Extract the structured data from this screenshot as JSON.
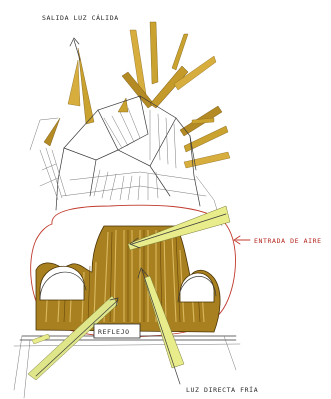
{
  "annotations": {
    "exit_warm_light": "SALIDA LUZ CÁLIDA",
    "air_inlet": "ENTRADA DE AIRE",
    "direct_cold_light": "LUZ DIRECTA FRÍA",
    "reflection": "REFLEJO"
  },
  "colors": {
    "gold_fill": "#a8801f",
    "gold_light": "#d9b24c",
    "gold_dark": "#6b4d0c",
    "warm_ray": "#c9a22f",
    "cold_ray": "#e8ec8a",
    "red_outline": "#c0392b",
    "pencil": "#3a3a3a"
  },
  "icons": {
    "exit_arrow": "arrow-up-left-icon",
    "inlet_arrow": "arrow-left-icon",
    "cold_arrow": "arrow-up-icon"
  }
}
